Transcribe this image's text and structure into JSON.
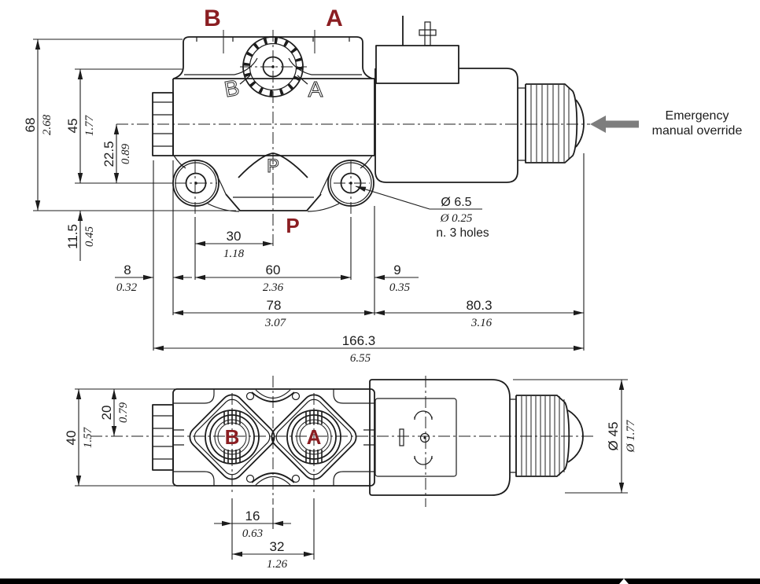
{
  "drawing": {
    "colors": {
      "line": "#1c1c1c",
      "port_label": "#8b1e22",
      "override_arrow": "#7d7d7d",
      "footer_bar": "#000000",
      "background": "#ffffff"
    },
    "labels": {
      "port_b_top": "B",
      "port_a_top": "A",
      "port_p": "P",
      "engraved_b": "B",
      "engraved_a": "A",
      "engraved_p": "P",
      "port_b_bottom": "B",
      "port_a_bottom": "A"
    },
    "annotations": {
      "emergency_line1": "Emergency",
      "emergency_line2": "manual override",
      "holes_dia_mm": "Ø 6.5",
      "holes_dia_in": "Ø 0.25",
      "holes_note": "n. 3 holes"
    },
    "dims": {
      "h68": {
        "mm": "68",
        "inch": "2.68"
      },
      "h45": {
        "mm": "45",
        "inch": "1.77"
      },
      "h22_5": {
        "mm": "22.5",
        "inch": "0.89"
      },
      "h11_5": {
        "mm": "11.5",
        "inch": "0.45"
      },
      "w8": {
        "mm": "8",
        "inch": "0.32"
      },
      "w30": {
        "mm": "30",
        "inch": "1.18"
      },
      "w60": {
        "mm": "60",
        "inch": "2.36"
      },
      "w9": {
        "mm": "9",
        "inch": "0.35"
      },
      "w78": {
        "mm": "78",
        "inch": "3.07"
      },
      "w80_3": {
        "mm": "80.3",
        "inch": "3.16"
      },
      "w166_3": {
        "mm": "166.3",
        "inch": "6.55"
      },
      "v40": {
        "mm": "40",
        "inch": "1.57"
      },
      "v20": {
        "mm": "20",
        "inch": "0.79"
      },
      "w16": {
        "mm": "16",
        "inch": "0.63"
      },
      "w32": {
        "mm": "32",
        "inch": "1.26"
      },
      "dia45": {
        "mm": "Ø 45",
        "inch": "Ø 1.77"
      }
    }
  }
}
